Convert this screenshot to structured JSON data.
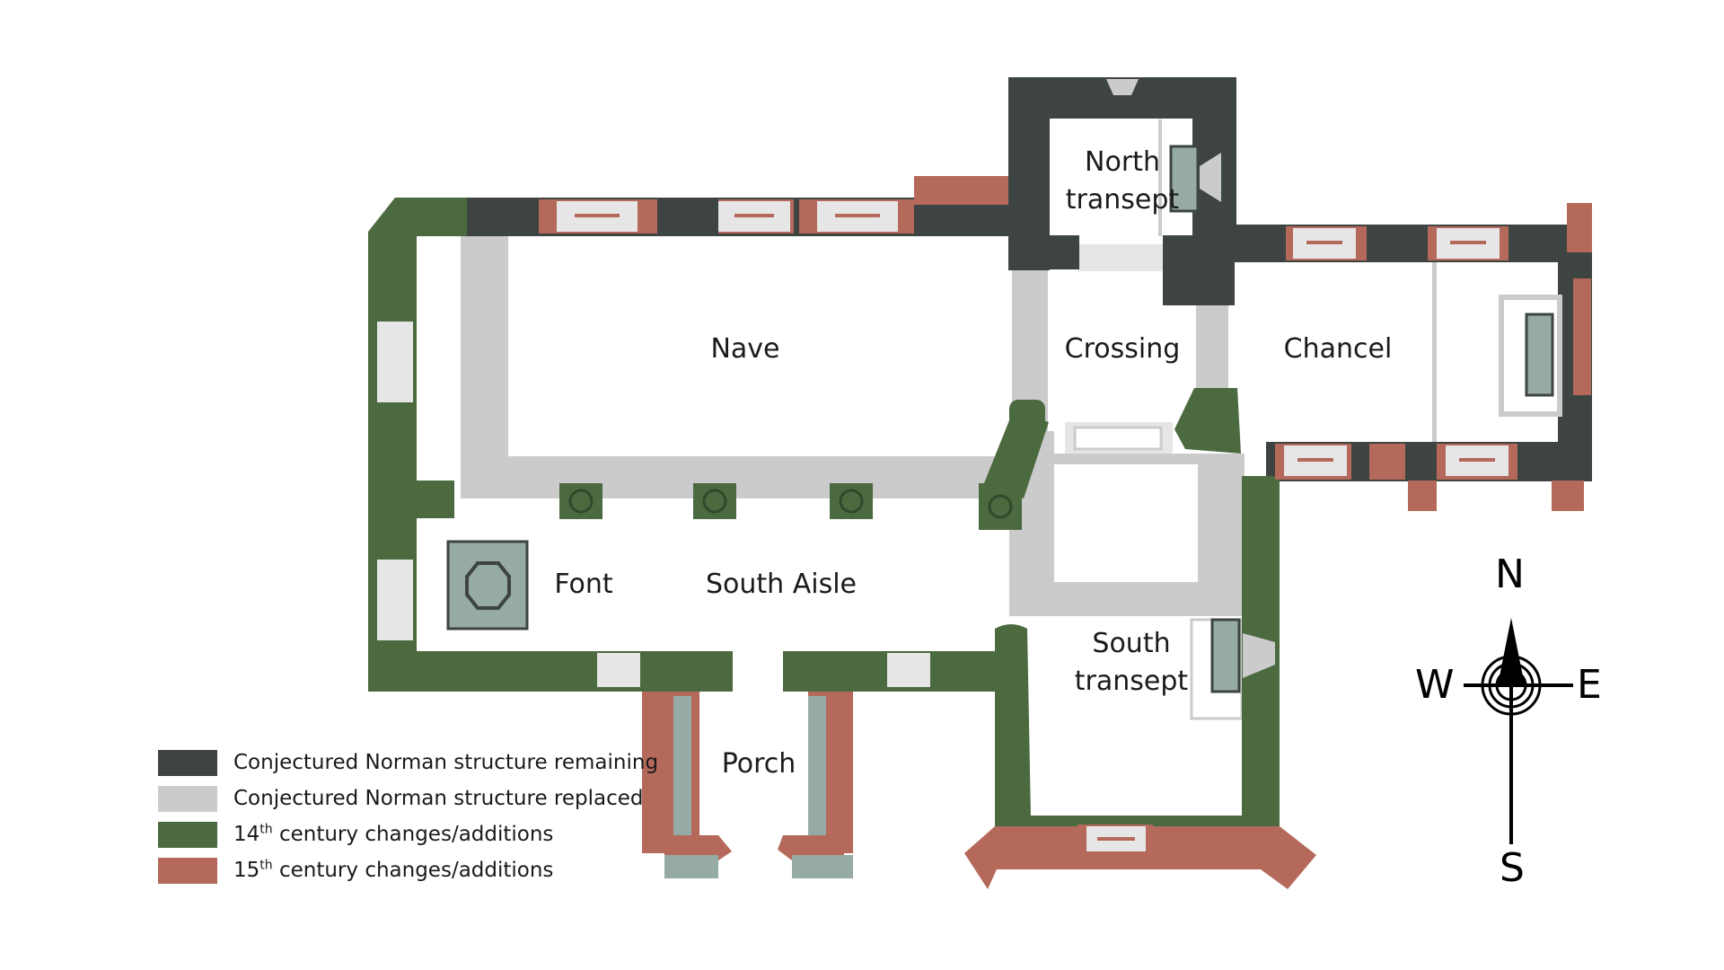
{
  "rooms": {
    "north_transept": [
      "North",
      "transept"
    ],
    "crossing": "Crossing",
    "chancel": "Chancel",
    "nave": "Nave",
    "font": "Font",
    "south_aisle": "South Aisle",
    "south_transept": [
      "South",
      "transept"
    ],
    "porch": "Porch"
  },
  "legend": [
    {
      "pre": "Conjectured Norman structure remaining",
      "sup": "",
      "post": "",
      "color": "#3d4442"
    },
    {
      "pre": "Conjectured Norman structure replaced",
      "sup": "",
      "post": "",
      "color": "#cbcbcb"
    },
    {
      "pre": "14",
      "sup": "th",
      "post": " century changes/additions",
      "color": "#4c6a40"
    },
    {
      "pre": "15",
      "sup": "th",
      "post": " century changes/additions",
      "color": "#b4695a"
    }
  ],
  "compass": {
    "n": "N",
    "s": "S",
    "e": "E",
    "w": "W"
  },
  "colors": {
    "norman_remaining": "#3d4442",
    "norman_replaced": "#cbcbcb",
    "c14": "#4c6a40",
    "c15": "#b4695a",
    "window_glass": "#97aba6"
  }
}
